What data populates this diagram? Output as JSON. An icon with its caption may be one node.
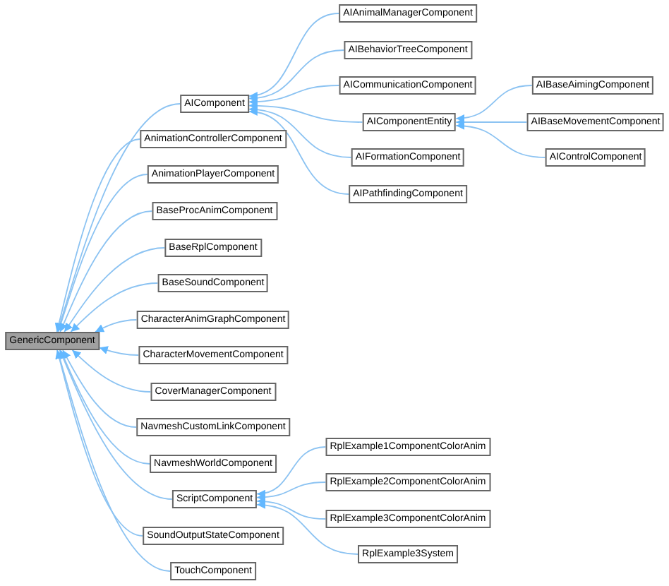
{
  "diagram": {
    "nodes": [
      {
        "text": [
          "GenericComponent"
        ]
      },
      {
        "text": [
          "AIComponent"
        ]
      },
      {
        "text": [
          "AnimationControllerComponent"
        ]
      },
      {
        "text": [
          "AnimationPlayerComponent"
        ]
      },
      {
        "text": [
          "BaseProcAnimComponent"
        ]
      },
      {
        "text": [
          "BaseRplComponent"
        ]
      },
      {
        "text": [
          "BaseSoundComponent"
        ]
      },
      {
        "text": [
          "CharacterAnimGraphComponent"
        ]
      },
      {
        "text": [
          "CharacterMovementComponent"
        ]
      },
      {
        "text": [
          "CoverManagerComponent"
        ]
      },
      {
        "text": [
          "NavmeshCustomLinkComponent"
        ]
      },
      {
        "text": [
          "NavmeshWorldComponent"
        ]
      },
      {
        "text": [
          "ScriptComponent"
        ]
      },
      {
        "text": [
          "SoundOutputStateComponent"
        ]
      },
      {
        "text": [
          "TouchComponent"
        ]
      },
      {
        "text": [
          "AIAnimalManagerComponent"
        ]
      },
      {
        "text": [
          "AIBehaviorTreeComponent"
        ]
      },
      {
        "text": [
          "AICommunicationComponent"
        ]
      },
      {
        "text": [
          "AIComponentEntity"
        ]
      },
      {
        "text": [
          "AIFormationComponent"
        ]
      },
      {
        "text": [
          "AIPathfindingComponent"
        ]
      },
      {
        "text": [
          "AIBaseAimingComponent"
        ]
      },
      {
        "text": [
          "AIBaseMovementComponent"
        ]
      },
      {
        "text": [
          "AIControlComponent"
        ]
      },
      {
        "text": [
          "RplExample1ComponentColorAnim"
        ]
      },
      {
        "text": [
          "RplExample2ComponentColorAnim"
        ]
      },
      {
        "text": [
          "RplExample3ComponentColorAnim"
        ]
      },
      {
        "text": [
          "RplExample3System"
        ]
      }
    ],
    "edges": [
      {
        "from": 1,
        "to": 0,
        "arrow": "to"
      },
      {
        "from": 2,
        "to": 0,
        "arrow": "to"
      },
      {
        "from": 3,
        "to": 0,
        "arrow": "to"
      },
      {
        "from": 4,
        "to": 0,
        "arrow": "to"
      },
      {
        "from": 5,
        "to": 0,
        "arrow": "to"
      },
      {
        "from": 6,
        "to": 0,
        "arrow": "to"
      },
      {
        "from": 7,
        "to": 0,
        "arrow": "to"
      },
      {
        "from": 8,
        "to": 0,
        "arrow": "to"
      },
      {
        "from": 9,
        "to": 0,
        "arrow": "to"
      },
      {
        "from": 10,
        "to": 0,
        "arrow": "to"
      },
      {
        "from": 11,
        "to": 0,
        "arrow": "to"
      },
      {
        "from": 12,
        "to": 0,
        "arrow": "to"
      },
      {
        "from": 13,
        "to": 0,
        "arrow": "to"
      },
      {
        "from": 14,
        "to": 0,
        "arrow": "to"
      },
      {
        "from": 15,
        "to": 1,
        "arrow": "to"
      },
      {
        "from": 16,
        "to": 1,
        "arrow": "to"
      },
      {
        "from": 17,
        "to": 1,
        "arrow": "to"
      },
      {
        "from": 18,
        "to": 1,
        "arrow": "to"
      },
      {
        "from": 19,
        "to": 1,
        "arrow": "to"
      },
      {
        "from": 20,
        "to": 1,
        "arrow": "to"
      },
      {
        "from": 21,
        "to": 18,
        "arrow": "to"
      },
      {
        "from": 22,
        "to": 18,
        "arrow": "to"
      },
      {
        "from": 23,
        "to": 18,
        "arrow": "to"
      },
      {
        "from": 24,
        "to": 12,
        "arrow": "to"
      },
      {
        "from": 25,
        "to": 12,
        "arrow": "to"
      },
      {
        "from": 26,
        "to": 12,
        "arrow": "to"
      },
      {
        "from": 27,
        "to": 12,
        "arrow": "to"
      }
    ]
  }
}
